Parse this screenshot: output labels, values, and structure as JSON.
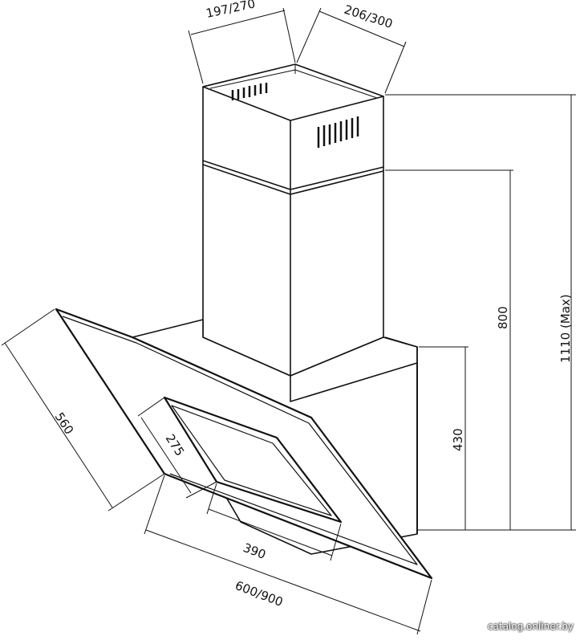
{
  "dimensions": {
    "chimney_width": "197/270",
    "chimney_depth": "206/300",
    "chimney_height_max": "1110 (Max)",
    "body_to_chimney": "800",
    "body_height": "430",
    "glass_depth": "560",
    "filter_depth": "275",
    "filter_width": "390",
    "overall_width": "600/900"
  },
  "watermark": "catalog.onliner.by",
  "colors": {
    "line": "#111111",
    "background": "#ffffff"
  }
}
